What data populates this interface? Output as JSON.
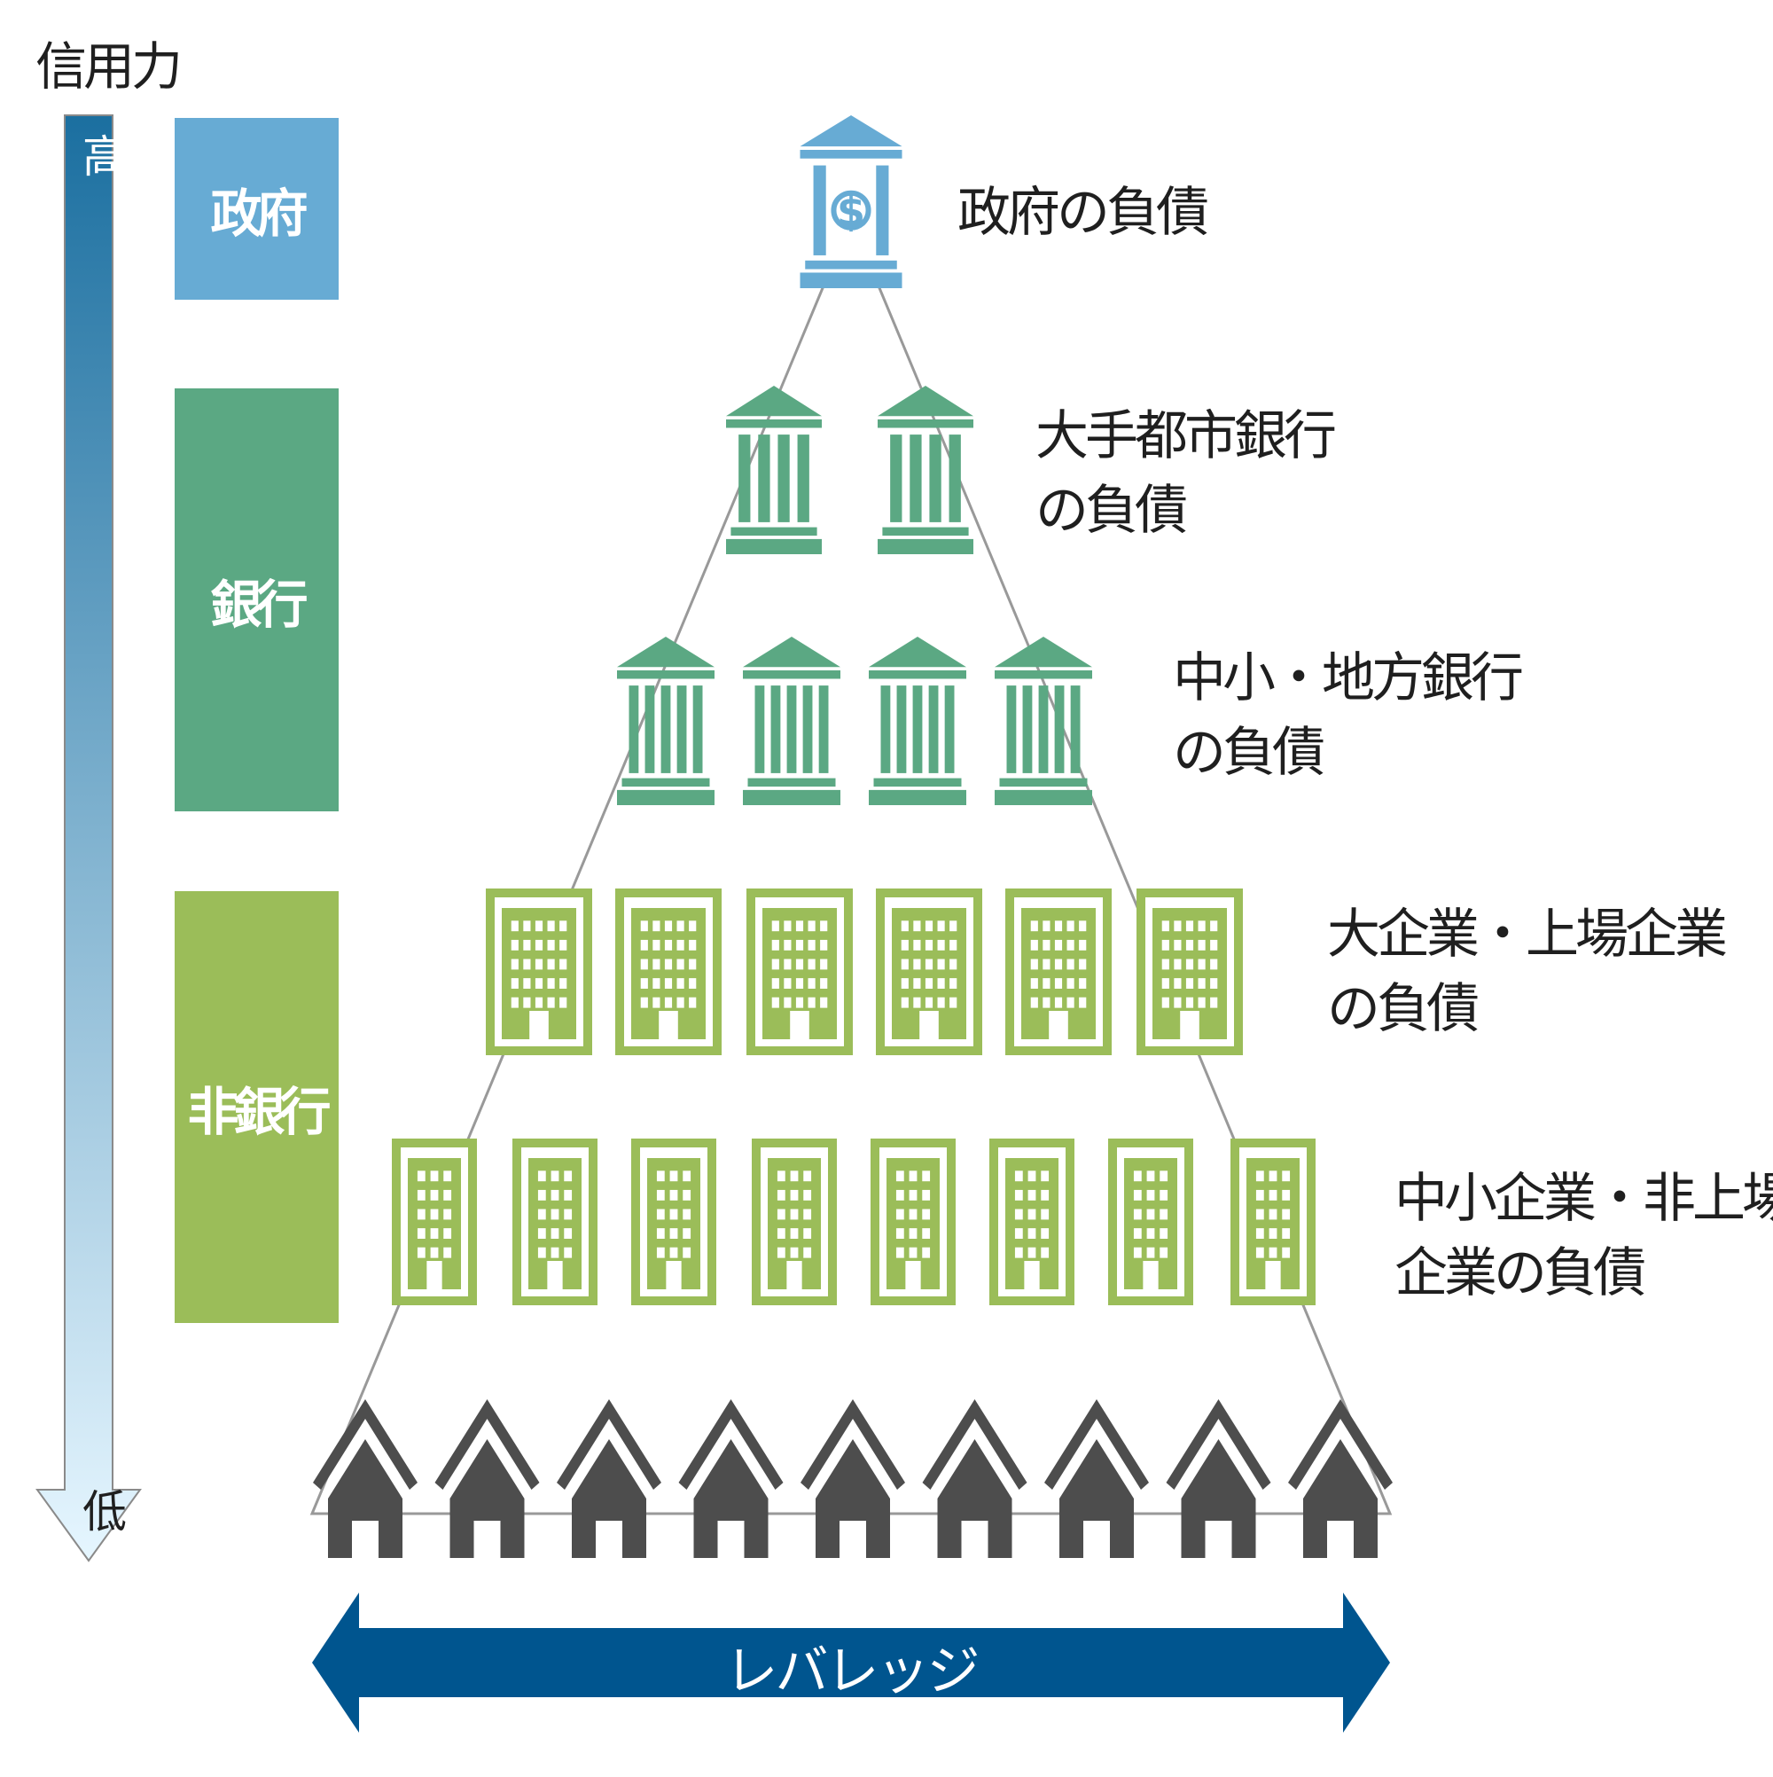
{
  "axis": {
    "title": "信用力",
    "high_label": "高",
    "low_label": "低"
  },
  "categories": [
    {
      "id": "gov",
      "label": "政府",
      "color": "#67abd4"
    },
    {
      "id": "bank",
      "label": "銀行",
      "color": "#5ba883"
    },
    {
      "id": "nonbank",
      "label": "非銀行",
      "color": "#9bbd59"
    }
  ],
  "tiers": [
    {
      "label_lines": [
        "政府の負債"
      ],
      "icon": "government-bank-dollar-icon",
      "count": 1
    },
    {
      "label_lines": [
        "大手都市銀行",
        "の負債"
      ],
      "icon": "bank-icon",
      "count": 2
    },
    {
      "label_lines": [
        "中小・地方銀行",
        "の負債"
      ],
      "icon": "bank-icon",
      "count": 4
    },
    {
      "label_lines": [
        "大企業・上場企業",
        "の負債"
      ],
      "icon": "office-building-icon",
      "count": 6
    },
    {
      "label_lines": [
        "中小企業・非上場",
        "企業の負債"
      ],
      "icon": "office-building-icon",
      "count": 8
    },
    {
      "label_lines": [],
      "icon": "house-icon",
      "count": 9
    }
  ],
  "leverage": {
    "label": "レバレッジ",
    "color": "#00558f"
  },
  "colors": {
    "house": "#4d4d4d",
    "pyramid_line": "#999999",
    "axis_top": "#1b6fa0",
    "axis_bottom": "#e6f6ff"
  }
}
